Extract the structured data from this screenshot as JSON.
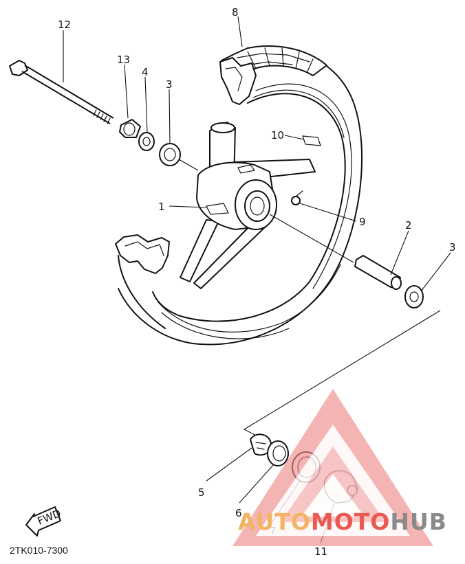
{
  "diagram": {
    "code": "2TK010-7300",
    "fwd_label": "FWD",
    "parts": [
      {
        "id": "part-1",
        "label": "1"
      },
      {
        "id": "part-2",
        "label": "2"
      },
      {
        "id": "part-3a",
        "label": "3"
      },
      {
        "id": "part-3b",
        "label": "3"
      },
      {
        "id": "part-4",
        "label": "4"
      },
      {
        "id": "part-5",
        "label": "5"
      },
      {
        "id": "part-6",
        "label": "6"
      },
      {
        "id": "part-7",
        "label": "7"
      },
      {
        "id": "part-8",
        "label": "8"
      },
      {
        "id": "part-9",
        "label": "9"
      },
      {
        "id": "part-10",
        "label": "10"
      },
      {
        "id": "part-11",
        "label": "11"
      },
      {
        "id": "part-12",
        "label": "12"
      },
      {
        "id": "part-13",
        "label": "13"
      }
    ]
  },
  "watermark": {
    "text_a": "AUTO",
    "text_b": "MOTO",
    "text_c": "HUB",
    "colors": {
      "orange": "#f2b463",
      "red": "#ea5a52",
      "gray": "#8a8a8a",
      "triangle": "#f08a8a"
    }
  }
}
